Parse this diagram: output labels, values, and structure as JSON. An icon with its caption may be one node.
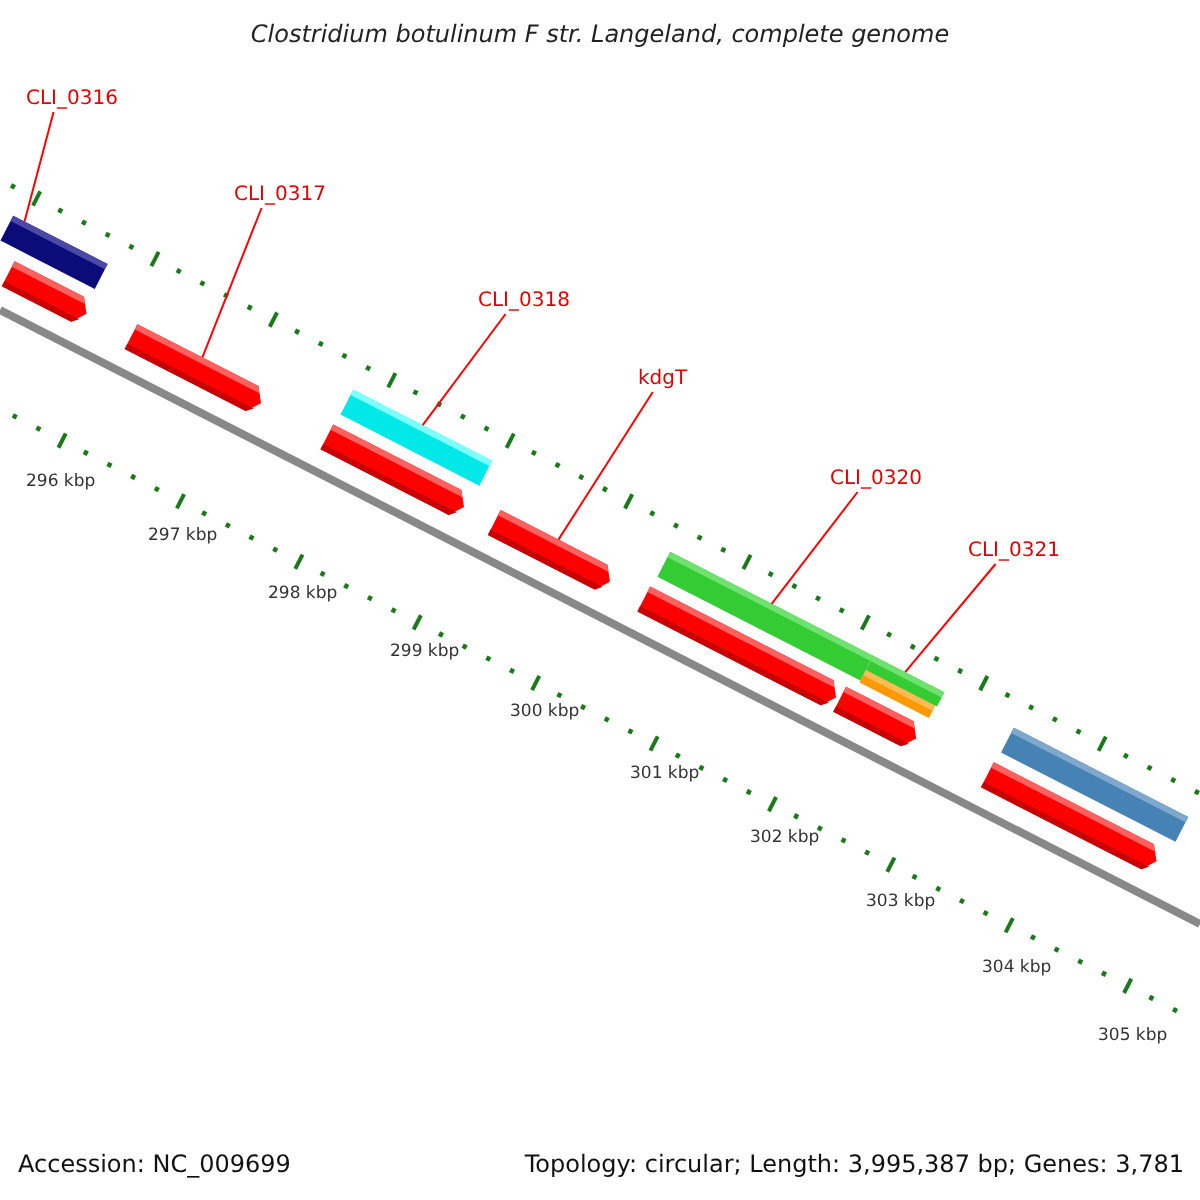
{
  "diagram": {
    "title": "Clostridium botulinum F str. Langeland, complete genome",
    "nodes": [
      {
        "text": [
          "CLI_0316"
        ]
      },
      {
        "text": [],
        "shape": "bar"
      },
      {
        "text": [
          "CLI_0317"
        ]
      },
      {
        "text": [],
        "shape": "pentagon"
      },
      {
        "text": [
          "CLI_0318"
        ]
      },
      {
        "text": [],
        "shape": "bar"
      },
      {
        "text": [
          "kdgT"
        ]
      },
      {
        "text": [],
        "shape": "pentagon"
      },
      {
        "text": [
          "CLI_0320"
        ]
      },
      {
        "text": [],
        "shape": "bar"
      },
      {
        "text": [
          "CLI_0321"
        ]
      },
      {
        "text": [],
        "shape": "bar"
      }
    ],
    "edges": [
      {
        "from": 0,
        "to": 1,
        "arrow": "none"
      },
      {
        "from": 2,
        "to": 3,
        "arrow": "none"
      },
      {
        "from": 4,
        "to": 5,
        "arrow": "none"
      },
      {
        "from": 6,
        "to": 7,
        "arrow": "none"
      },
      {
        "from": 8,
        "to": 9,
        "arrow": "none"
      },
      {
        "from": 10,
        "to": 11,
        "arrow": "none"
      }
    ],
    "labels": [
      "296 kbp",
      "297 kbp",
      "298 kbp",
      "299 kbp",
      "300 kbp",
      "301 kbp",
      "302 kbp",
      "303 kbp",
      "304 kbp",
      "305 kbp",
      "Accession: NC_009699",
      "Topology: circular; Length: 3,995,387 bp; Genes: 3,781"
    ]
  }
}
